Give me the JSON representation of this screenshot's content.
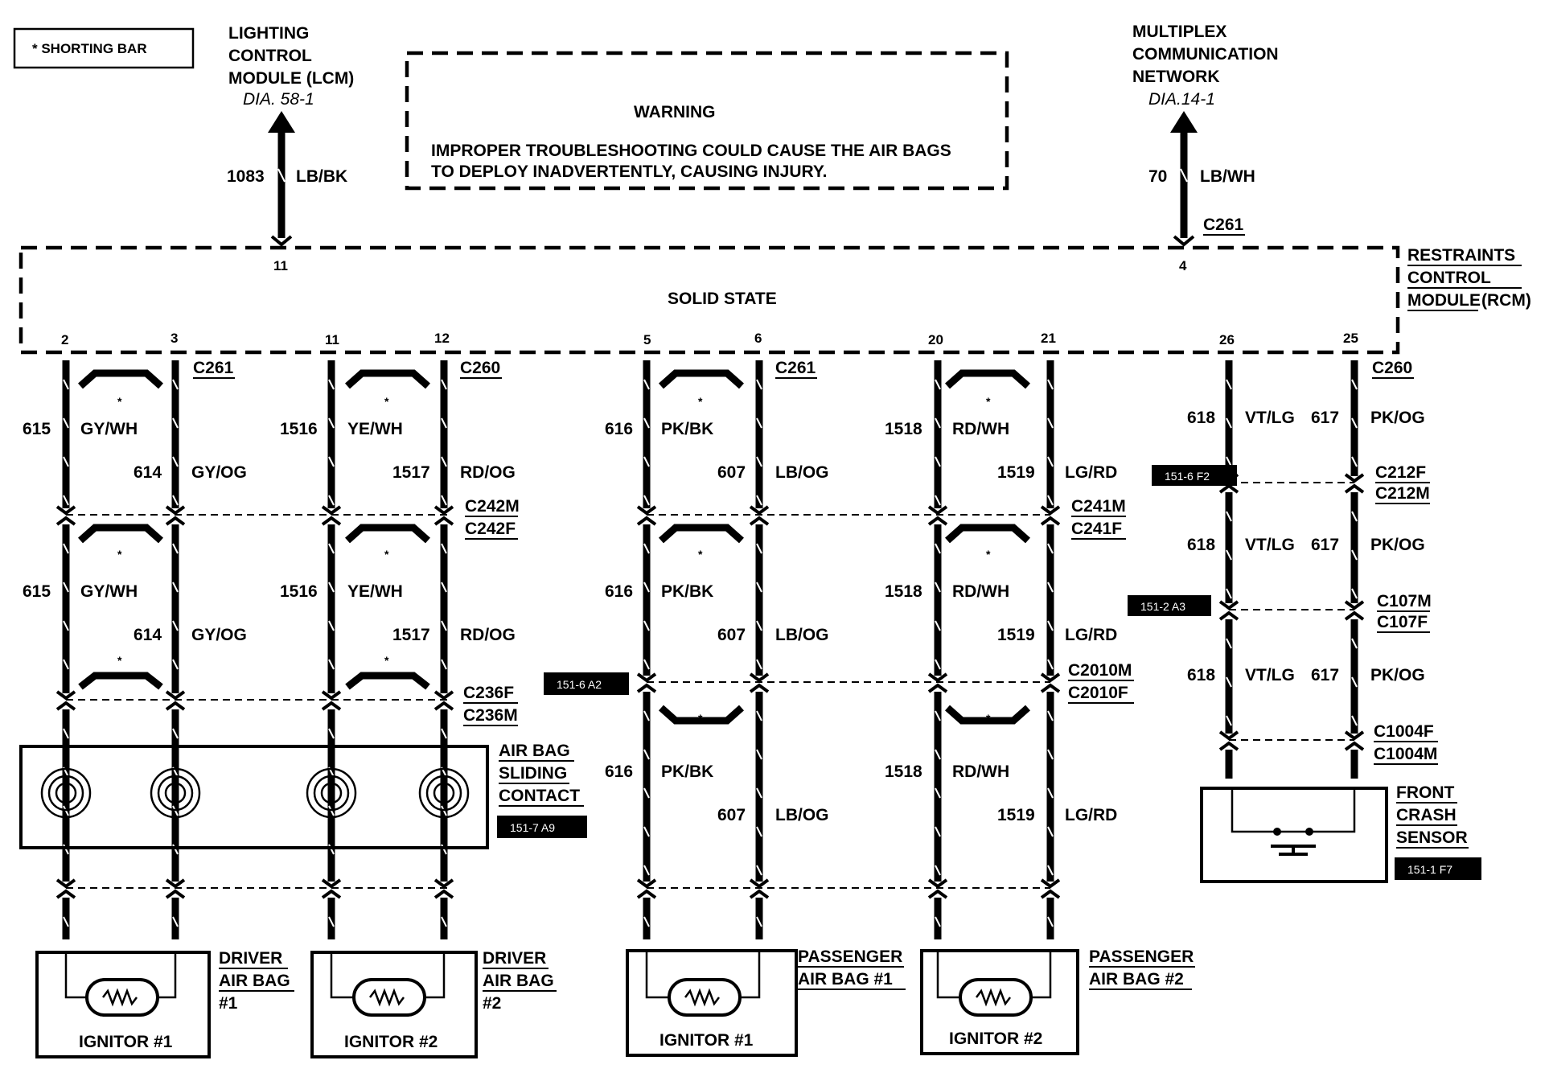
{
  "legend": {
    "shorting_bar": "* SHORTING BAR"
  },
  "warning": {
    "title": "WARNING",
    "line1": "IMPROPER TROUBLESHOOTING COULD CAUSE THE AIR BAGS",
    "line2": "TO  DEPLOY INADVERTENTLY, CAUSING INJURY."
  },
  "lcm": {
    "line1": "LIGHTING",
    "line2": "CONTROL",
    "line3": "MODULE (LCM)",
    "dia": "DIA. 58-1",
    "circuit": "1083",
    "color": "LB/BK",
    "pin": "11"
  },
  "mcn": {
    "line1": "MULTIPLEX",
    "line2": "COMMUNICATION",
    "line3": "NETWORK",
    "dia": "DIA.14-1",
    "circuit": "70",
    "color": "LB/WH",
    "pin": "4",
    "connector": "C261"
  },
  "rcm": {
    "line1": "RESTRAINTS",
    "line2": "CONTROL",
    "line3": "MODULE",
    "line3b": "(RCM)",
    "center": "SOLID STATE",
    "pins": [
      "2",
      "3",
      "11",
      "12",
      "5",
      "6",
      "20",
      "21",
      "26",
      "25"
    ]
  },
  "connectors": {
    "c261_a": "C261",
    "c260_a": "C260",
    "c261_b": "C261",
    "c260_b": "C260",
    "c242m": "C242M",
    "c242f": "C242F",
    "c236f": "C236F",
    "c236m": "C236M",
    "c241m": "C241M",
    "c241f": "C241F",
    "c2010m": "C2010M",
    "c2010f": "C2010F",
    "c212f": "C212F",
    "c212m": "C212M",
    "c107m": "C107M",
    "c107f": "C107F",
    "c1004f": "C1004F",
    "c1004m": "C1004M"
  },
  "wires": {
    "w615": "615",
    "gywh": "GY/WH",
    "w614": "614",
    "gyog": "GY/OG",
    "w1516": "1516",
    "yewh": "YE/WH",
    "w1517": "1517",
    "rdog": "RD/OG",
    "w616": "616",
    "pkbk": "PK/BK",
    "w607": "607",
    "lbog": "LB/OG",
    "w1518": "1518",
    "rdwh": "RD/WH",
    "w1519": "1519",
    "lgrd": "LG/RD",
    "w618": "618",
    "vtlg": "VT/LG",
    "w617": "617",
    "pkog": "PK/OG"
  },
  "refs": {
    "r1": "151-6 F2",
    "r2": "151-2 A3",
    "r3": "151-6 A2",
    "r4": "151-7 A9",
    "r5": "151-1 F7"
  },
  "star": "*",
  "sliding_contact": {
    "line1": "AIR BAG",
    "line2": "SLIDING",
    "line3": "CONTACT"
  },
  "crash_sensor": {
    "line1": "FRONT",
    "line2": "CRASH",
    "line3": "SENSOR"
  },
  "airbags": {
    "d1_line1": "DRIVER",
    "d1_line2": "AIR BAG",
    "d1_line3": "#1",
    "d1_ignitor": "IGNITOR #1",
    "d2_line1": "DRIVER",
    "d2_line2": "AIR BAG",
    "d2_line3": "#2",
    "d2_ignitor": "IGNITOR #2",
    "p1_line1": "PASSENGER",
    "p1_line2": "AIR BAG #1",
    "p1_ignitor": "IGNITOR #1",
    "p2_line1": "PASSENGER",
    "p2_line2": "AIR BAG #2",
    "p2_ignitor": "IGNITOR #2"
  }
}
